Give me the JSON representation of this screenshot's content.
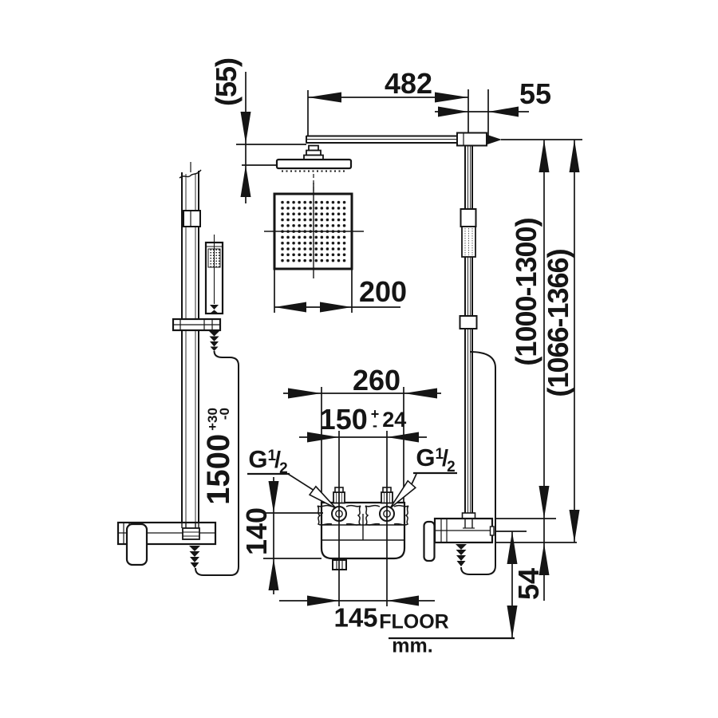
{
  "sheet": {
    "background": "#ffffff",
    "line_color": "#151515"
  },
  "labels": {
    "head_drop": "(55)",
    "arm_length": "482",
    "arm_wall_offset": "55",
    "head_width": "200",
    "body_width": "260",
    "inlet_spacing": "150",
    "inlet_tol_plus": "+",
    "inlet_tol_minus": "-",
    "inlet_tol_value": "24",
    "thread_g": "G",
    "thread_one": "1",
    "thread_slash": "/",
    "thread_two": "2",
    "body_height": "140",
    "rail_height": "1500",
    "rail_tol_plus": "+30",
    "rail_tol_minus": "-0",
    "riser_range_inner": "(1000-1300)",
    "riser_range_outer": "(1066-1366)",
    "outlet_drop": "54",
    "outlet_spacing": "145",
    "floor": "FLOOR",
    "units": "mm."
  }
}
